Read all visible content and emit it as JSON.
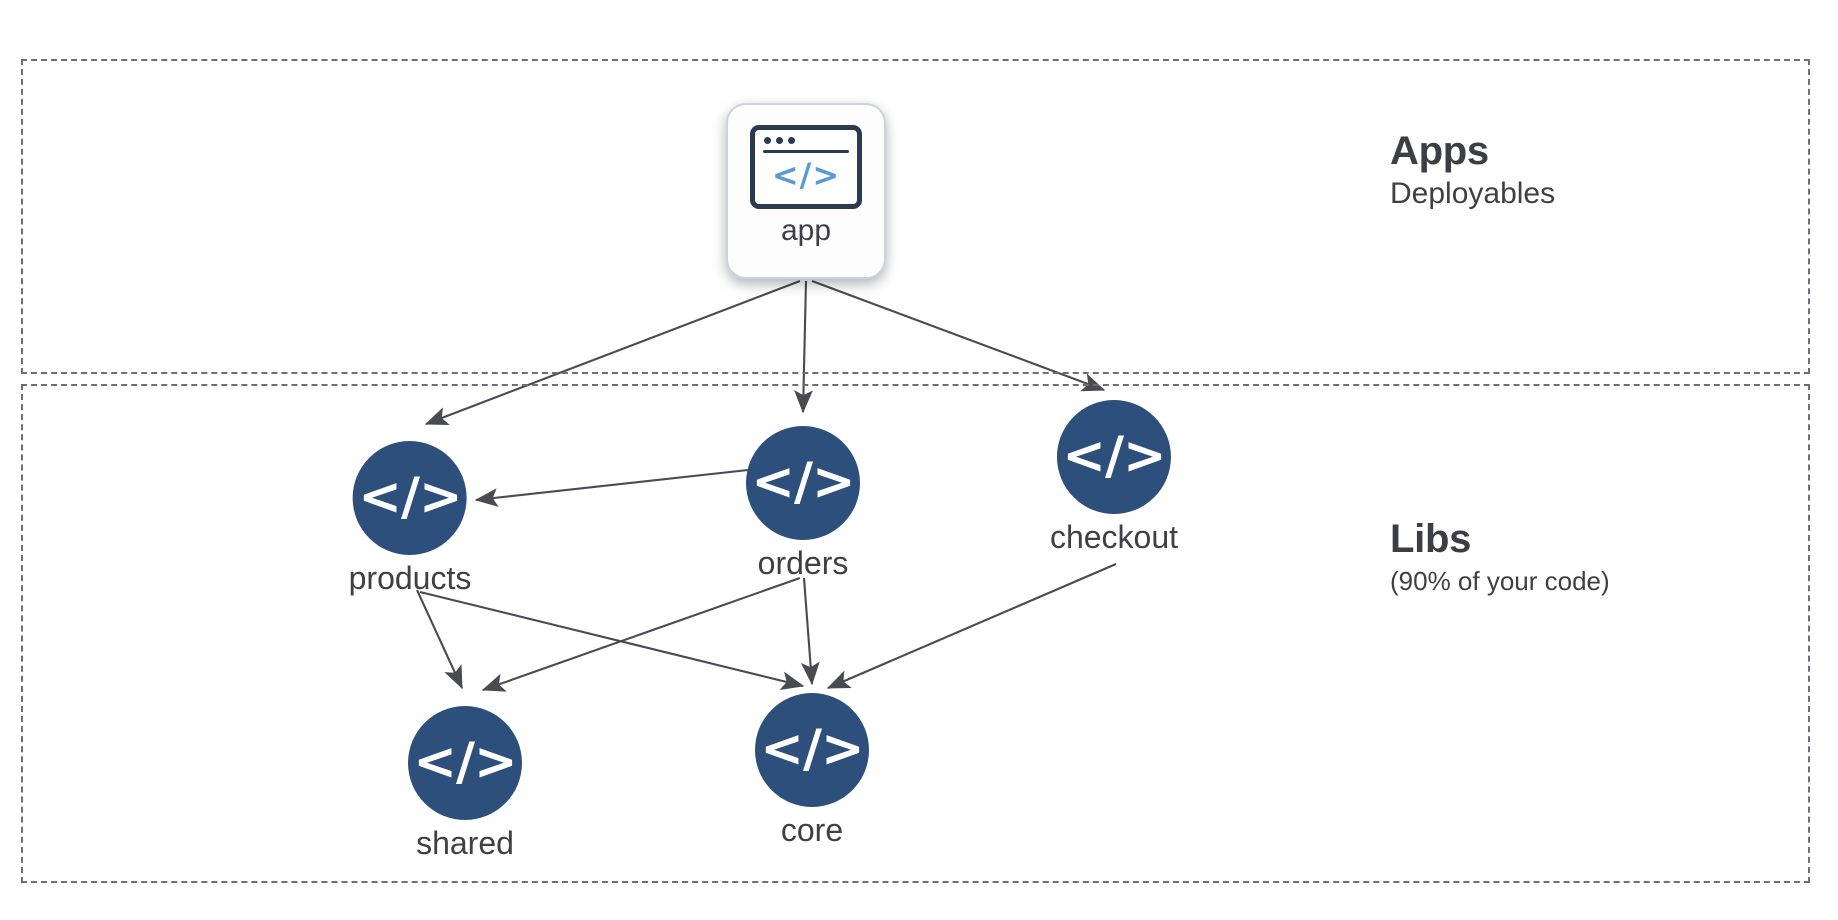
{
  "diagram": {
    "type": "dependency-graph",
    "background": "#ffffff",
    "node_color": "#2d4f7c",
    "app_icon_accent": "#5b9bd5",
    "text_color": "#3f3f46",
    "border_color": "#6e6e76",
    "zones": [
      {
        "id": "apps",
        "title": "Apps",
        "subtitle": "Deployables"
      },
      {
        "id": "libs",
        "title": "Libs",
        "subtitle": "(90% of your code)"
      }
    ],
    "app_node": {
      "id": "app",
      "label": "app",
      "icon": "browser-window-code-icon",
      "glyph": "</>"
    },
    "lib_nodes": [
      {
        "id": "products",
        "label": "products",
        "icon": "code-circle-icon",
        "glyph": "</>"
      },
      {
        "id": "orders",
        "label": "orders",
        "icon": "code-circle-icon",
        "glyph": "</>"
      },
      {
        "id": "checkout",
        "label": "checkout",
        "icon": "code-circle-icon",
        "glyph": "</>"
      },
      {
        "id": "shared",
        "label": "shared",
        "icon": "code-circle-icon",
        "glyph": "</>"
      },
      {
        "id": "core",
        "label": "core",
        "icon": "code-circle-icon",
        "glyph": "</>"
      }
    ],
    "edges": [
      {
        "from": "app",
        "to": "products"
      },
      {
        "from": "app",
        "to": "orders"
      },
      {
        "from": "app",
        "to": "checkout"
      },
      {
        "from": "orders",
        "to": "products"
      },
      {
        "from": "products",
        "to": "shared"
      },
      {
        "from": "products",
        "to": "core"
      },
      {
        "from": "orders",
        "to": "shared"
      },
      {
        "from": "orders",
        "to": "core"
      },
      {
        "from": "checkout",
        "to": "core"
      }
    ]
  }
}
